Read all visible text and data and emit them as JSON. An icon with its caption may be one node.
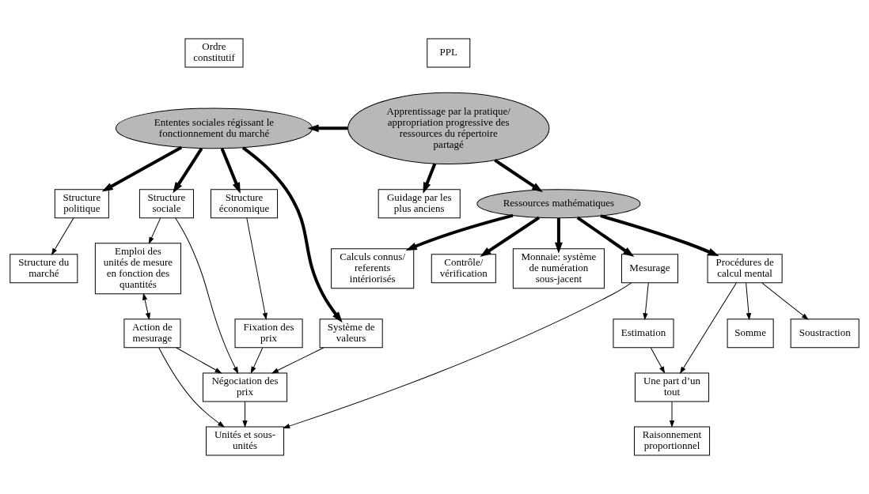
{
  "diagram": {
    "nodes": [
      {
        "text": [
          "Ordre constitutif"
        ]
      },
      {
        "text": [
          "PPL"
        ]
      },
      {
        "text": [
          "Ententes sociales régissant le fonctionnement du marché"
        ]
      },
      {
        "text": [
          "Apprentissage par la pratique/ appropriation progressive des ressources du répertoire partagé"
        ]
      },
      {
        "text": [
          "Calculs connus/ referents intériorisés"
        ]
      },
      {
        "text": [
          "Structure politique"
        ]
      },
      {
        "text": [
          "Structure sociale"
        ]
      },
      {
        "text": [
          "Structure économique"
        ]
      },
      {
        "text": [
          "Système de valeurs"
        ]
      },
      {
        "text": [
          "Guidage par les plus anciens"
        ]
      },
      {
        "text": [
          "Contrôle/ vérification"
        ]
      },
      {
        "text": [
          "Ressources mathématiques"
        ]
      },
      {
        "text": [
          "Structure du marché"
        ]
      },
      {
        "text": [
          "Monnaie: système de numération sous-jacent"
        ]
      },
      {
        "text": [
          "Fixation des prix"
        ]
      },
      {
        "text": [
          "Emploi des unités de mesure en fonction des quantités"
        ]
      },
      {
        "text": [
          "Négociation des prix"
        ]
      },
      {
        "text": [
          "Mesurage"
        ]
      },
      {
        "text": [
          "Estimation"
        ]
      },
      {
        "text": [
          "Procédures de calcul mental"
        ]
      },
      {
        "text": [
          "Une part d’un tout"
        ]
      },
      {
        "text": [
          "Somme"
        ]
      },
      {
        "text": [
          "Unités et sous-unités"
        ]
      },
      {
        "text": [
          "Action de mesurage"
        ]
      },
      {
        "text": [
          "Raisonnement proportionnel"
        ]
      },
      {
        "text": [
          "Soustraction"
        ]
      }
    ],
    "edges": [
      {
        "from": 3,
        "to": 2,
        "arrow": "to",
        "style": "thick"
      },
      {
        "from": 2,
        "to": 5,
        "arrow": "to",
        "style": "thick"
      },
      {
        "from": 2,
        "to": 6,
        "arrow": "to",
        "style": "thick"
      },
      {
        "from": 2,
        "to": 7,
        "arrow": "to",
        "style": "thick"
      },
      {
        "from": 2,
        "to": 8,
        "arrow": "to",
        "style": "thick"
      },
      {
        "from": 3,
        "to": 9,
        "arrow": "to",
        "style": "thick"
      },
      {
        "from": 3,
        "to": 11,
        "arrow": "to",
        "style": "thick"
      },
      {
        "from": 11,
        "to": 4,
        "arrow": "to",
        "style": "thick"
      },
      {
        "from": 11,
        "to": 10,
        "arrow": "to",
        "style": "thick"
      },
      {
        "from": 11,
        "to": 13,
        "arrow": "to",
        "style": "thick"
      },
      {
        "from": 11,
        "to": 17,
        "arrow": "to",
        "style": "thick"
      },
      {
        "from": 11,
        "to": 19,
        "arrow": "to",
        "style": "thick"
      },
      {
        "from": 5,
        "to": 12,
        "arrow": "to"
      },
      {
        "from": 6,
        "to": 15,
        "arrow": "to"
      },
      {
        "from": 6,
        "to": 16,
        "arrow": "to"
      },
      {
        "from": 7,
        "to": 14,
        "arrow": "to"
      },
      {
        "from": 14,
        "to": 16,
        "arrow": "to"
      },
      {
        "from": 8,
        "to": 16,
        "arrow": "to"
      },
      {
        "from": 16,
        "to": 22,
        "arrow": "to"
      },
      {
        "from": 15,
        "to": 23,
        "arrow": "both"
      },
      {
        "from": 23,
        "to": 16,
        "arrow": "to"
      },
      {
        "from": 23,
        "to": 22,
        "arrow": "to"
      },
      {
        "from": 17,
        "to": 18,
        "arrow": "to"
      },
      {
        "from": 17,
        "to": 22,
        "arrow": "to"
      },
      {
        "from": 18,
        "to": 20,
        "arrow": "to"
      },
      {
        "from": 19,
        "to": 20,
        "arrow": "to"
      },
      {
        "from": 19,
        "to": 21,
        "arrow": "to"
      },
      {
        "from": 19,
        "to": 25,
        "arrow": "to"
      },
      {
        "from": 20,
        "to": 24,
        "arrow": "to"
      }
    ]
  }
}
